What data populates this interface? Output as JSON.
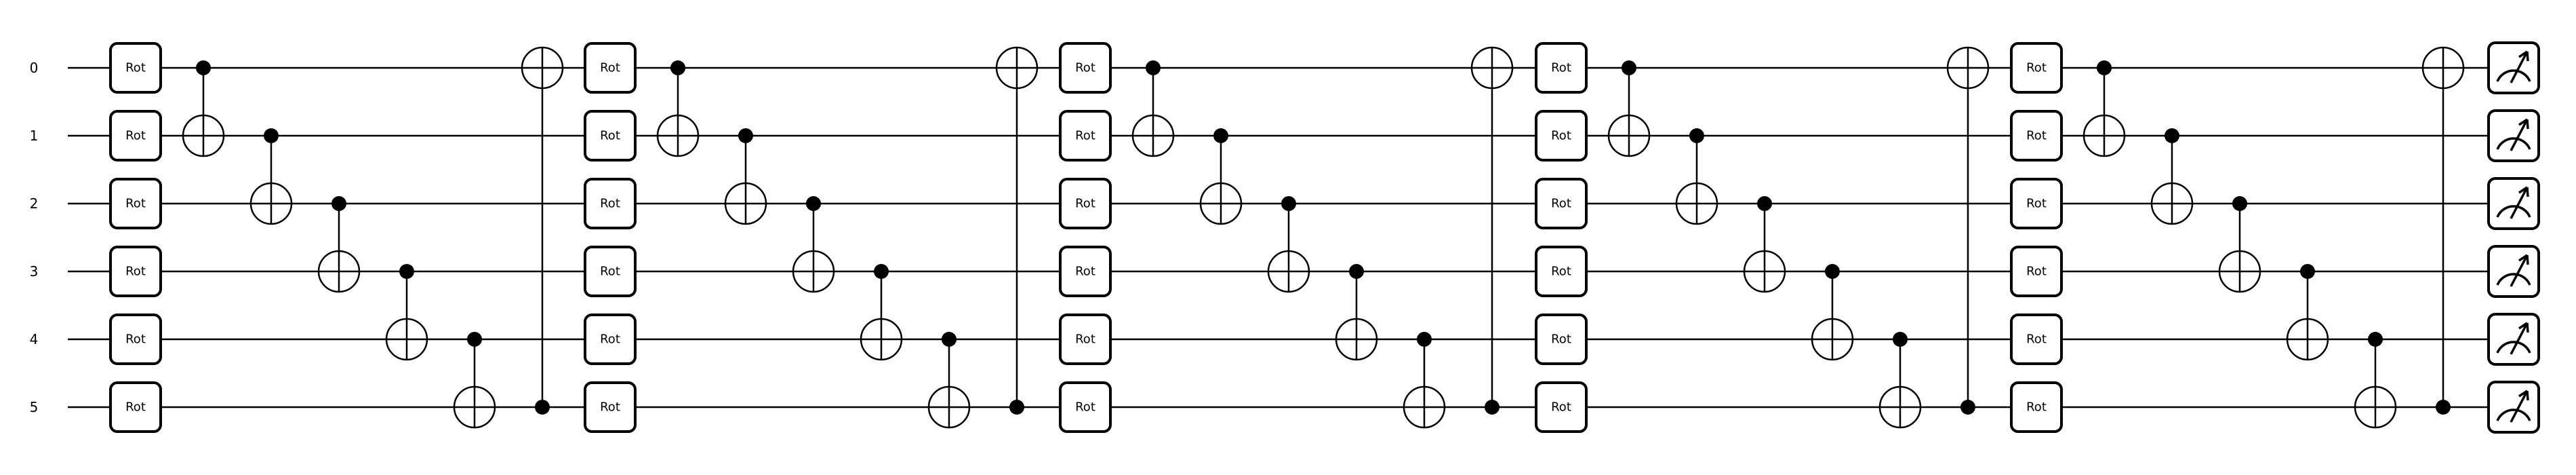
{
  "wires": [
    "0",
    "1",
    "2",
    "3",
    "4",
    "5"
  ],
  "gate_label": "Rot",
  "layers": 5,
  "cnot_pattern": [
    [
      0,
      1
    ],
    [
      1,
      2
    ],
    [
      2,
      3
    ],
    [
      3,
      4
    ],
    [
      4,
      5
    ],
    [
      5,
      0
    ]
  ],
  "measurement": {
    "icon": "measurement-meter-icon"
  }
}
